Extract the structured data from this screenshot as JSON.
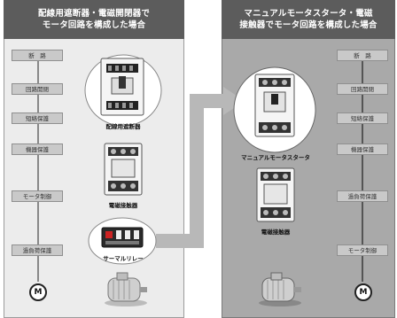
{
  "left_panel": {
    "title_line1": "配線用遮断器・電磁開閉器で",
    "title_line2": "モータ回路を構成した場合",
    "functions": [
      "断　路",
      "回路開閉",
      "短絡保護",
      "機器保護",
      "モータ制御",
      "過負荷保護"
    ],
    "devices": {
      "breaker": "配線用遮断器",
      "contactor": "電磁接触器",
      "relay": "サーマルリレー"
    },
    "motor_symbol": "M"
  },
  "right_panel": {
    "title_line1": "マニュアルモータスタータ・電磁",
    "title_line2": "接触器でモータ回路を構成した場合",
    "functions": [
      "断　路",
      "回路開閉",
      "短絡保護",
      "機器保護",
      "過負荷保護",
      "モータ制御"
    ],
    "devices": {
      "starter": "マニュアルモータスタータ",
      "contactor": "電磁接触器"
    },
    "motor_symbol": "M"
  },
  "colors": {
    "header_bg": "#5c5c5c",
    "left_body_bg": "#ececec",
    "right_body_bg": "#a9a9a9",
    "arrow": "#b8b8b8",
    "highlight_circle": "#ffffff"
  }
}
